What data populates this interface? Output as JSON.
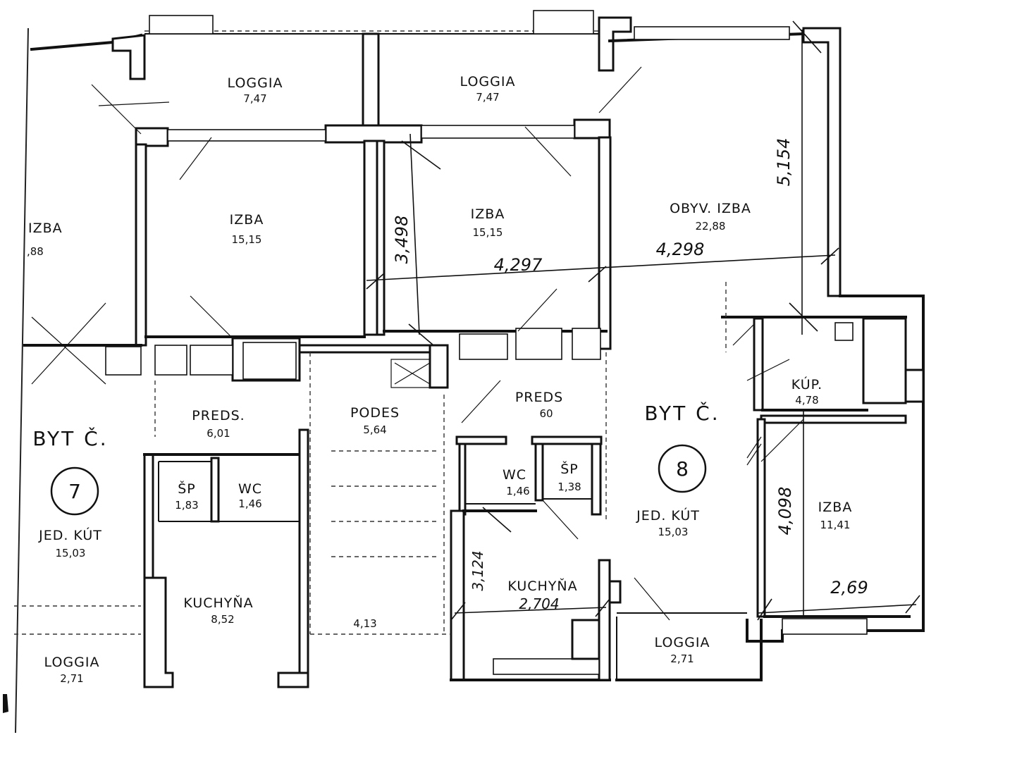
{
  "rooms": {
    "loggia_left": {
      "name": "LOGGIA",
      "area": "7,47"
    },
    "loggia_mid": {
      "name": "LOGGIA",
      "area": "7,47"
    },
    "izba_far_left": {
      "name": "IZBA",
      "area": ",88"
    },
    "izba_left": {
      "name": "IZBA",
      "area": "15,15"
    },
    "izba_mid": {
      "name": "IZBA",
      "area": "15,15"
    },
    "obyv_izba": {
      "name": "OBYV. IZBA",
      "area": "22,88"
    },
    "preds_left": {
      "name": "PREDS.",
      "area": "6,01"
    },
    "podes": {
      "name": "PODES",
      "area": "5,64"
    },
    "preds_right": {
      "name": "PREDS",
      "area": "60"
    },
    "kup": {
      "name": "KÚP.",
      "area": "4,78"
    },
    "sp_left": {
      "name": "ŠP",
      "area": "1,83"
    },
    "wc_left": {
      "name": "WC",
      "area": "1,46"
    },
    "wc_right": {
      "name": "WC",
      "area": "1,46"
    },
    "sp_right": {
      "name": "ŠP",
      "area": "1,38"
    },
    "jed_kut_left": {
      "name": "JED. KÚT",
      "area": "15,03"
    },
    "jed_kut_right": {
      "name": "JED. KÚT",
      "area": "15,03"
    },
    "izba_right": {
      "name": "IZBA",
      "area": "11,41"
    },
    "kuchyna_left": {
      "name": "KUCHYŇA",
      "area": "8,52"
    },
    "kuchyna_right": {
      "name": "KUCHYŇA",
      "area": "2,704"
    },
    "stair_value": {
      "area": "4,13"
    },
    "loggia_bottom_left": {
      "name": "LOGGIA",
      "area": "2,71"
    },
    "loggia_bottom_right": {
      "name": "LOGGIA",
      "area": "2,71"
    }
  },
  "apartments": {
    "left": {
      "label": "BYT Č.",
      "number": "7"
    },
    "right": {
      "label": "BYT Č.",
      "number": "8"
    }
  },
  "dimensions": {
    "d1": "3,498",
    "d2": "4,297",
    "d3": "4,298",
    "d4": "5,154",
    "d5": "4,098",
    "d6": "2,69",
    "d7": "3,124"
  }
}
